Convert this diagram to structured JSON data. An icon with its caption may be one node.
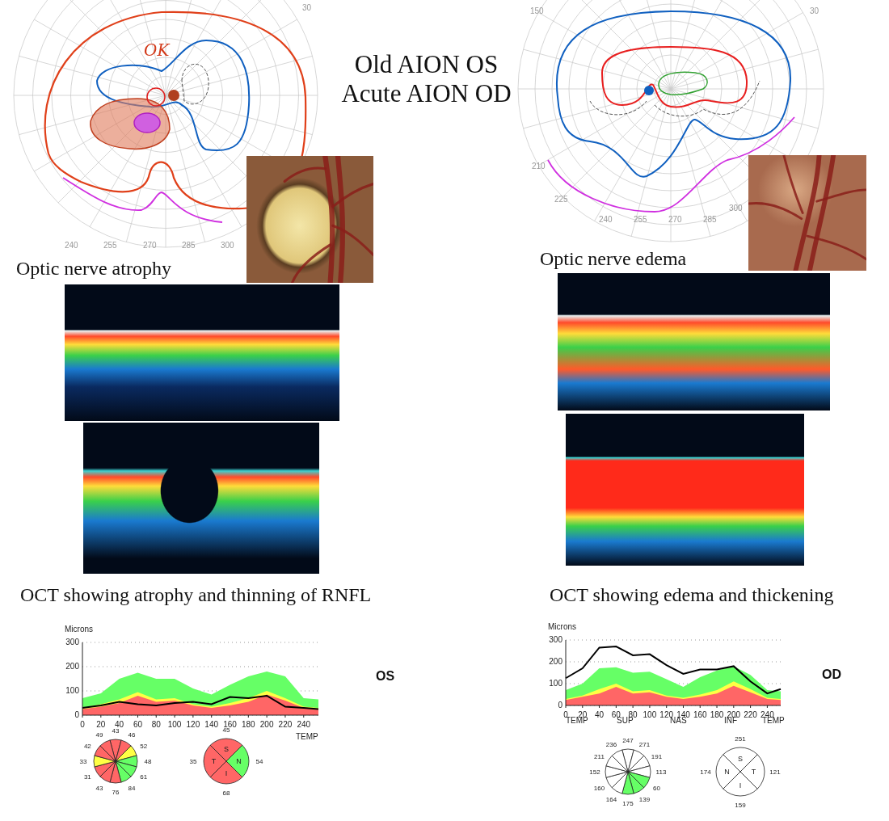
{
  "diagram": {
    "title": "Old AION OS Acute AION OD",
    "nodes": [
      {
        "text": [],
        "shape": "picture"
      },
      {
        "text": [],
        "shape": "picture"
      },
      {
        "text": [],
        "shape": "picture"
      },
      {
        "text": [],
        "shape": "picture"
      },
      {
        "text": [],
        "shape": "picture"
      },
      {
        "text": [],
        "shape": "picture"
      }
    ],
    "labels": [
      "Optic nerve atrophy",
      "Optic nerve edema",
      "OCT showing atrophy and thinning of RNFL",
      "OCT showing edema and thickening",
      "OS",
      "OD",
      "TEMP",
      "TEMP",
      "SUP",
      "NAS",
      "INF",
      "TEMP",
      "43",
      "46",
      "52",
      "48",
      "61",
      "84",
      "76",
      "43",
      "31",
      "33",
      "42",
      "49",
      "45",
      "54",
      "68",
      "35",
      "S",
      "N",
      "I",
      "T",
      "247",
      "271",
      "191",
      "113",
      "60",
      "139",
      "175",
      "164",
      "160",
      "152",
      "211",
      "236",
      "251",
      "121",
      "159",
      "174",
      "S",
      "T",
      "I",
      "N",
      "OK",
      "30",
      "240",
      "255",
      "270",
      "285",
      "300",
      "150",
      "30",
      "210",
      "225",
      "240",
      "255",
      "270",
      "285",
      "300"
    ],
    "chart_data": [
      {
        "type": "area",
        "ylabel": "Microns",
        "x": [
          0,
          20,
          40,
          60,
          80,
          100,
          120,
          140,
          160,
          180,
          200,
          220,
          240,
          256
        ],
        "xticks": [
          0,
          20,
          40,
          60,
          80,
          100,
          120,
          140,
          160,
          180,
          200,
          220,
          240
        ],
        "yticks": [
          0,
          100,
          200,
          300
        ],
        "ylim": [
          0,
          300
        ],
        "xlim": [
          0,
          256
        ],
        "series": [
          {
            "color": "#66ff66",
            "values": [
              70,
              90,
              150,
              175,
              150,
              150,
              110,
              85,
              125,
              160,
              180,
              160,
              70,
              65
            ]
          },
          {
            "color": "#ffff44",
            "values": [
              30,
              45,
              65,
              95,
              65,
              70,
              45,
              35,
              50,
              70,
              100,
              70,
              35,
              30
            ]
          },
          {
            "color": "#ff6666",
            "values": [
              25,
              35,
              50,
              80,
              55,
              60,
              40,
              30,
              40,
              55,
              85,
              60,
              30,
              25
            ]
          },
          {
            "type": "line",
            "color": "#000000",
            "values": [
              30,
              40,
              55,
              45,
              40,
              50,
              55,
              45,
              75,
              70,
              80,
              35,
              30,
              25
            ]
          }
        ]
      },
      {
        "type": "area",
        "ylabel": "Microns",
        "x": [
          0,
          20,
          40,
          60,
          80,
          100,
          120,
          140,
          160,
          180,
          200,
          220,
          240,
          256
        ],
        "xticks": [
          0,
          20,
          40,
          60,
          80,
          100,
          120,
          140,
          160,
          180,
          200,
          220,
          240
        ],
        "yticks": [
          0,
          100,
          200,
          300
        ],
        "ylim": [
          0,
          300
        ],
        "xlim": [
          0,
          256
        ],
        "series": [
          {
            "color": "#66ff66",
            "values": [
              70,
              100,
              170,
              175,
              150,
              155,
              120,
              85,
              130,
              160,
              180,
              140,
              70,
              65
            ]
          },
          {
            "color": "#ffff44",
            "values": [
              30,
              45,
              75,
              100,
              65,
              70,
              45,
              35,
              50,
              70,
              110,
              75,
              35,
              30
            ]
          },
          {
            "color": "#ff6666",
            "values": [
              25,
              40,
              55,
              85,
              55,
              60,
              40,
              30,
              40,
              55,
              90,
              60,
              30,
              25
            ]
          },
          {
            "type": "line",
            "color": "#000000",
            "values": [
              125,
              170,
              265,
              270,
              230,
              235,
              185,
              145,
              165,
              165,
              180,
              110,
              55,
              75
            ]
          }
        ]
      }
    ]
  }
}
